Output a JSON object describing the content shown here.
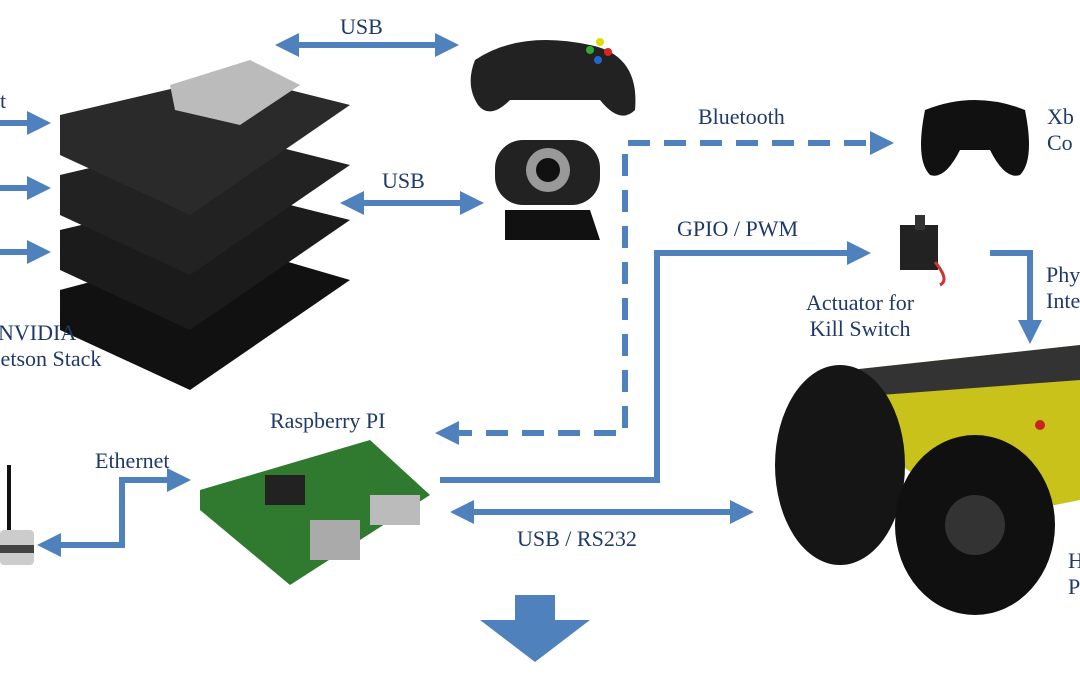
{
  "colors": {
    "arrow": "#4f81bd",
    "text": "#1f3a68",
    "board": "#1a1a1a",
    "robot_body": "#c8c21a"
  },
  "labels": {
    "usb_top": "USB",
    "usb_webcam": "USB",
    "bluetooth": "Bluetooth",
    "gpio_pwm": "GPIO / PWM",
    "actuator": [
      "Actuator for",
      "Kill Switch"
    ],
    "nvidia": [
      "NVIDIA",
      "Jetson Stack"
    ],
    "raspberry_pi": "Raspberry PI",
    "ethernet": "Ethernet",
    "usb_rs232": "USB / RS232",
    "left_cut": "t",
    "xbox_cut": [
      "Xb",
      "Co"
    ],
    "physical_cut": [
      "Phy",
      "Inte"
    ],
    "robot_cut": [
      "H",
      "P"
    ]
  }
}
